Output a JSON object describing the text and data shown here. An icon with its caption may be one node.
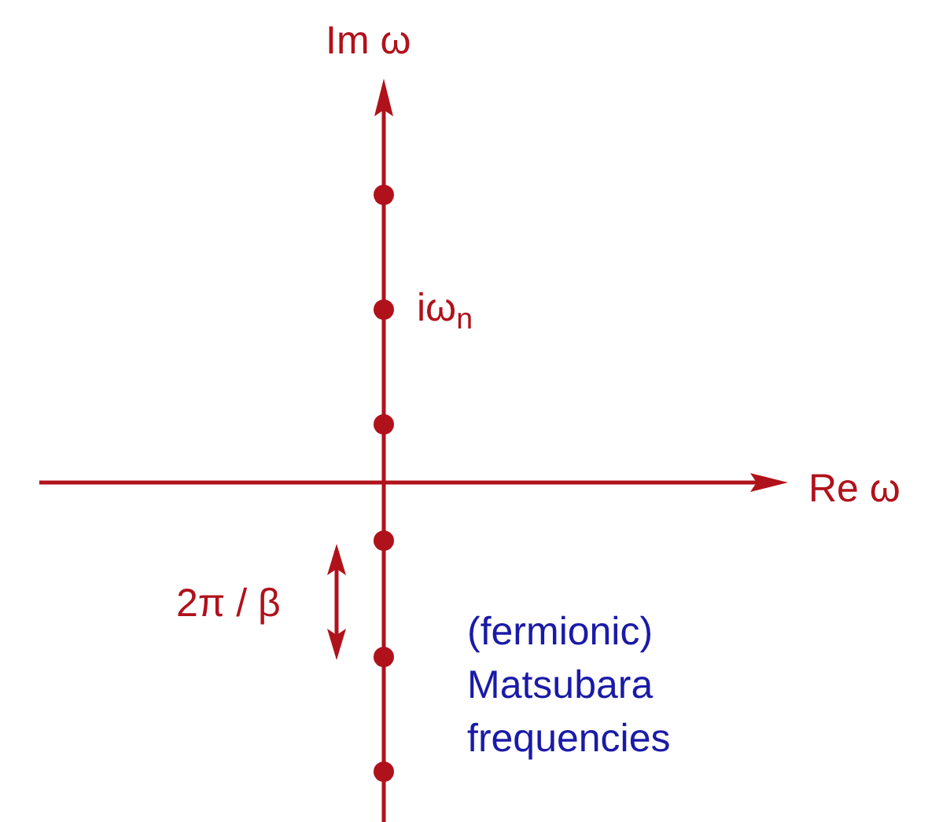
{
  "diagram": {
    "labels": [
      "Im ω",
      "iω$_{n}$",
      "Re ω",
      "2π / β",
      "(fermionic) Matsubara frequencies"
    ]
  }
}
